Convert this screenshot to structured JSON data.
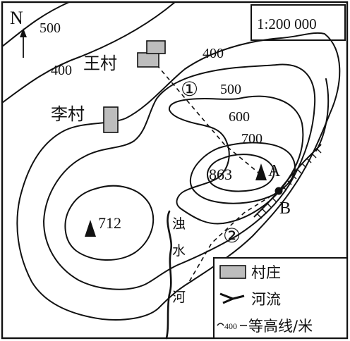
{
  "north": {
    "letter": "N",
    "icon": "north-arrow-icon"
  },
  "scale": {
    "text": "1:200 000"
  },
  "contour_labels": [
    "500",
    "400",
    "400",
    "500",
    "600",
    "700"
  ],
  "peaks": [
    {
      "elevation": "863",
      "point": "A"
    },
    {
      "elevation": "712"
    }
  ],
  "point_b": "B",
  "villages": [
    "王村",
    "李村"
  ],
  "river_chars": [
    "浊",
    "水",
    "河"
  ],
  "sections": [
    "①",
    "②"
  ],
  "legend": {
    "village": "村庄",
    "river": "河流",
    "contour_sample": "400",
    "contour": "等高线/米"
  },
  "colors": {
    "village_fill": "#bdbdbd",
    "ink": "#111111"
  }
}
